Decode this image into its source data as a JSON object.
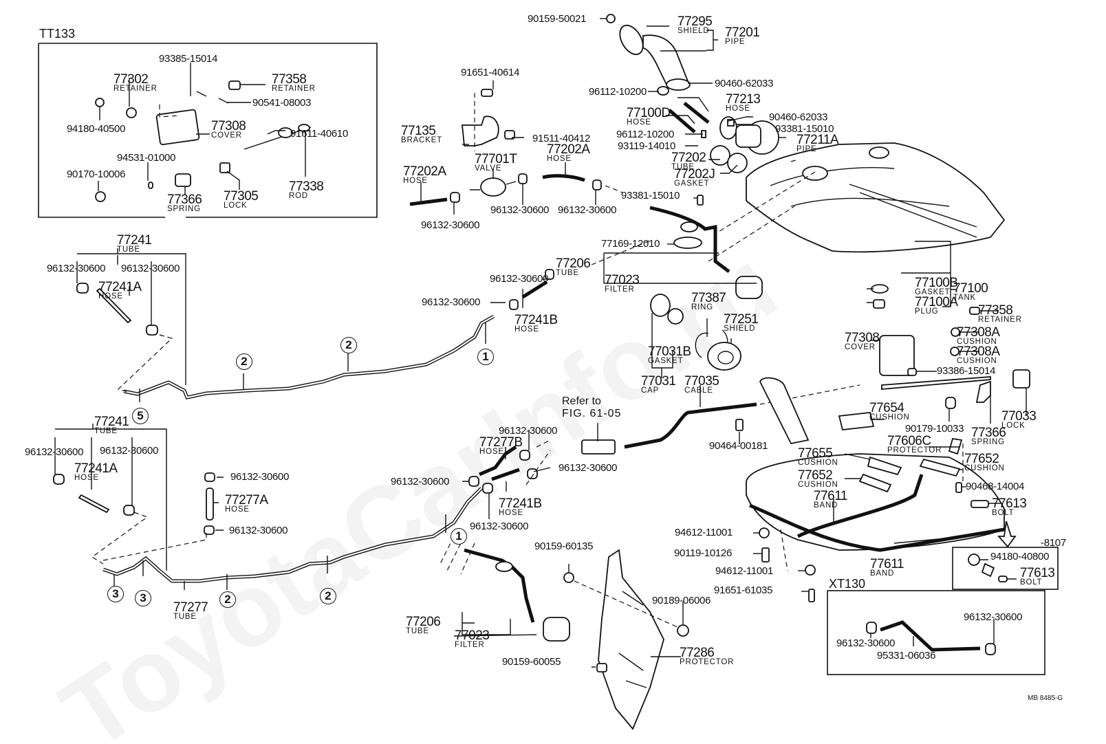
{
  "watermark": "ToyotaCarInfo.ru",
  "figure_code": "MB 8485-G",
  "production_note": "-8107",
  "refer": {
    "line1": "Refer to",
    "line2": "FIG. 61-05"
  },
  "callouts": [
    "1",
    "2",
    "3",
    "5"
  ],
  "inset_tt133": {
    "title": "TT133",
    "parts": [
      {
        "pn": "93385-15014"
      },
      {
        "pn": "77302",
        "name": "RETAINER"
      },
      {
        "pn": "77358",
        "name": "RETAINER"
      },
      {
        "pn": "90541-08003"
      },
      {
        "pn": "94180-40500"
      },
      {
        "pn": "77308",
        "name": "COVER"
      },
      {
        "pn": "91611-40610"
      },
      {
        "pn": "94531-01000"
      },
      {
        "pn": "90170-10006"
      },
      {
        "pn": "77366",
        "name": "SPRING"
      },
      {
        "pn": "77305",
        "name": "LOCK"
      },
      {
        "pn": "77338",
        "name": "ROD"
      }
    ]
  },
  "inset_xt130": {
    "title": "XT130",
    "parts": [
      {
        "pn": "96132-30600"
      },
      {
        "pn": "96132-30600"
      },
      {
        "pn": "95331-06036"
      }
    ]
  },
  "inset_bolt": {
    "parts": [
      {
        "pn": "94180-40800"
      },
      {
        "pn": "77613",
        "name": "BOLT"
      }
    ]
  },
  "filler": {
    "parts": [
      {
        "pn": "90159-50021"
      },
      {
        "pn": "77295",
        "name": "SHIELD"
      },
      {
        "pn": "77201",
        "name": "PIPE"
      },
      {
        "pn": "90460-62033"
      },
      {
        "pn": "96112-10200"
      },
      {
        "pn": "77213",
        "name": "HOSE"
      },
      {
        "pn": "77100D",
        "name": "HOSE"
      },
      {
        "pn": "90460-62033"
      },
      {
        "pn": "93381-15010"
      },
      {
        "pn": "96112-10200"
      },
      {
        "pn": "77211A",
        "name": "PIPE"
      },
      {
        "pn": "93119-14010"
      },
      {
        "pn": "77202",
        "name": "TUBE"
      },
      {
        "pn": "77202J",
        "name": "GASKET"
      }
    ]
  },
  "valve_group": {
    "parts": [
      {
        "pn": "91651-40614"
      },
      {
        "pn": "77135",
        "name": "BRACKET"
      },
      {
        "pn": "91511-40412"
      },
      {
        "pn": "77701T",
        "name": "VALVE"
      },
      {
        "pn": "77202A",
        "name": "HOSE"
      },
      {
        "pn": "77202A",
        "name": "HOSE"
      },
      {
        "pn": "96132-30600"
      },
      {
        "pn": "96132-30600"
      },
      {
        "pn": "96132-30600"
      },
      {
        "pn": "93381-15010"
      }
    ]
  },
  "sender_group": {
    "parts": [
      {
        "pn": "77169-12010"
      },
      {
        "pn": "77206",
        "name": "TUBE"
      },
      {
        "pn": "77023",
        "name": "FILTER"
      },
      {
        "pn": "96132-30600"
      },
      {
        "pn": "96132-30600"
      },
      {
        "pn": "77241B",
        "name": "HOSE"
      },
      {
        "pn": "77387",
        "name": "RING"
      },
      {
        "pn": "77251",
        "name": "SHIELD"
      },
      {
        "pn": "77031B",
        "name": "GASKET"
      },
      {
        "pn": "77031",
        "name": "CAP"
      },
      {
        "pn": "77035",
        "name": "CABLE"
      },
      {
        "pn": "90464-00181"
      }
    ]
  },
  "tank_group": {
    "parts": [
      {
        "pn": "77100B",
        "name": "GASKET"
      },
      {
        "pn": "77100",
        "name": "TANK"
      },
      {
        "pn": "77100A",
        "name": "PLUG"
      },
      {
        "pn": "77358",
        "name": "RETAINER"
      },
      {
        "pn": "77308",
        "name": "COVER"
      },
      {
        "pn": "77308A",
        "name": "CUSHION"
      },
      {
        "pn": "77308A",
        "name": "CUSHION"
      },
      {
        "pn": "93386-15014"
      },
      {
        "pn": "77033",
        "name": "LOCK"
      },
      {
        "pn": "77654",
        "name": "CUSHION"
      },
      {
        "pn": "90179-10033"
      },
      {
        "pn": "77366",
        "name": "SPRING"
      },
      {
        "pn": "77606C",
        "name": "PROTECTOR"
      },
      {
        "pn": "77655",
        "name": "CUSHION"
      },
      {
        "pn": "77652",
        "name": "CUSHION"
      },
      {
        "pn": "77652",
        "name": "CUSHION"
      },
      {
        "pn": "90468-14004"
      },
      {
        "pn": "77611",
        "name": "BAND"
      },
      {
        "pn": "77613",
        "name": "BOLT"
      },
      {
        "pn": "94612-11001"
      },
      {
        "pn": "90119-10126"
      },
      {
        "pn": "94612-11001"
      },
      {
        "pn": "77611",
        "name": "BAND"
      },
      {
        "pn": "91651-61035"
      }
    ]
  },
  "upper_line": {
    "parts": [
      {
        "pn": "77241",
        "name": "TUBE"
      },
      {
        "pn": "96132-30600"
      },
      {
        "pn": "96132-30600"
      },
      {
        "pn": "77241A",
        "name": "HOSE"
      }
    ]
  },
  "lower_line": {
    "parts": [
      {
        "pn": "77241",
        "name": "TUBE"
      },
      {
        "pn": "96132-30600"
      },
      {
        "pn": "96132-30600"
      },
      {
        "pn": "77241A",
        "name": "HOSE"
      },
      {
        "pn": "96132-30600"
      },
      {
        "pn": "77277A",
        "name": "HOSE"
      },
      {
        "pn": "96132-30600"
      },
      {
        "pn": "77277",
        "name": "TUBE"
      },
      {
        "pn": "96132-30600"
      },
      {
        "pn": "77277B",
        "name": "HOSE"
      },
      {
        "pn": "96132-30600"
      },
      {
        "pn": "96132-30600"
      },
      {
        "pn": "77241B",
        "name": "HOSE"
      },
      {
        "pn": "96132-30600"
      }
    ]
  },
  "protector_group": {
    "parts": [
      {
        "pn": "90159-60135"
      },
      {
        "pn": "77206",
        "name": "TUBE"
      },
      {
        "pn": "77023",
        "name": "FILTER"
      },
      {
        "pn": "90159-60055"
      },
      {
        "pn": "90189-06006"
      },
      {
        "pn": "77286",
        "name": "PROTECTOR"
      }
    ]
  }
}
